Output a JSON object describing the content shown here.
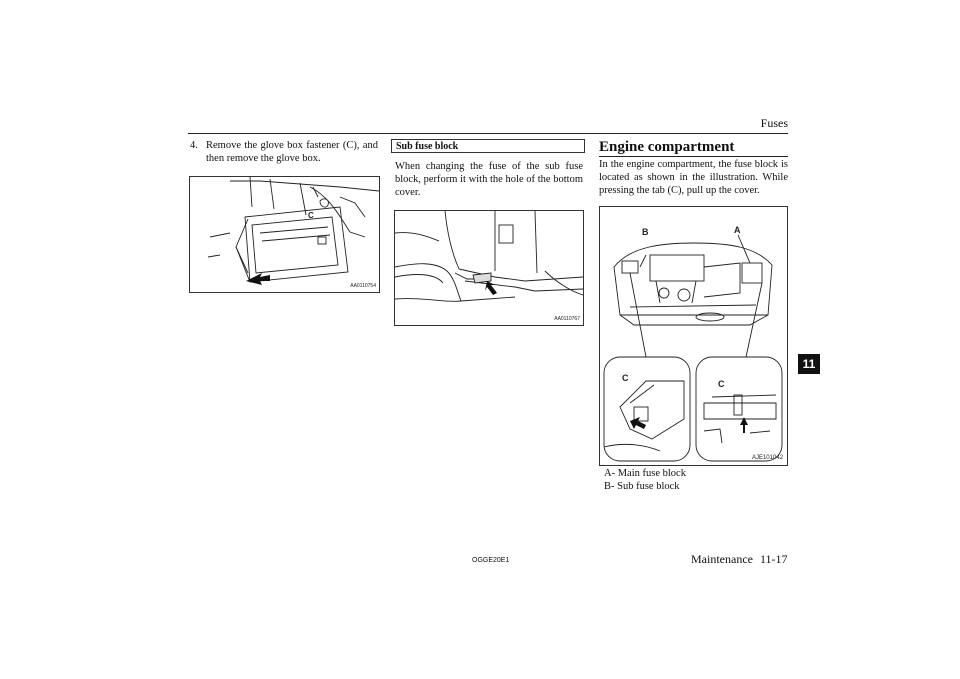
{
  "header": {
    "title": "Fuses",
    "chapter": "11"
  },
  "left_column": {
    "step_number": "4.",
    "step_text": "Remove the glove box fastener (C), and then remove the glove box.",
    "figure": {
      "callout": "C",
      "code": "AA0110754"
    }
  },
  "middle_column": {
    "heading": "Sub fuse block",
    "text": "When changing the fuse of the sub fuse block, perform it with the hole of the bottom cover.",
    "figure": {
      "code": "AA0110767"
    }
  },
  "right_column": {
    "heading": "Engine compartment",
    "text": "In the engine compartment, the fuse block is located as shown in the illustration. While pressing the tab (C), pull up the cover.",
    "figure": {
      "label_a": "A",
      "label_b": "B",
      "label_c_left": "C",
      "label_c_right": "C",
      "code": "AJE101042"
    },
    "legend": [
      {
        "key": "A-",
        "text": "Main fuse block"
      },
      {
        "key": "B-",
        "text": "Sub fuse block"
      }
    ]
  },
  "footer": {
    "code": "OGGE20E1",
    "section": "Maintenance",
    "page": "11-17"
  }
}
